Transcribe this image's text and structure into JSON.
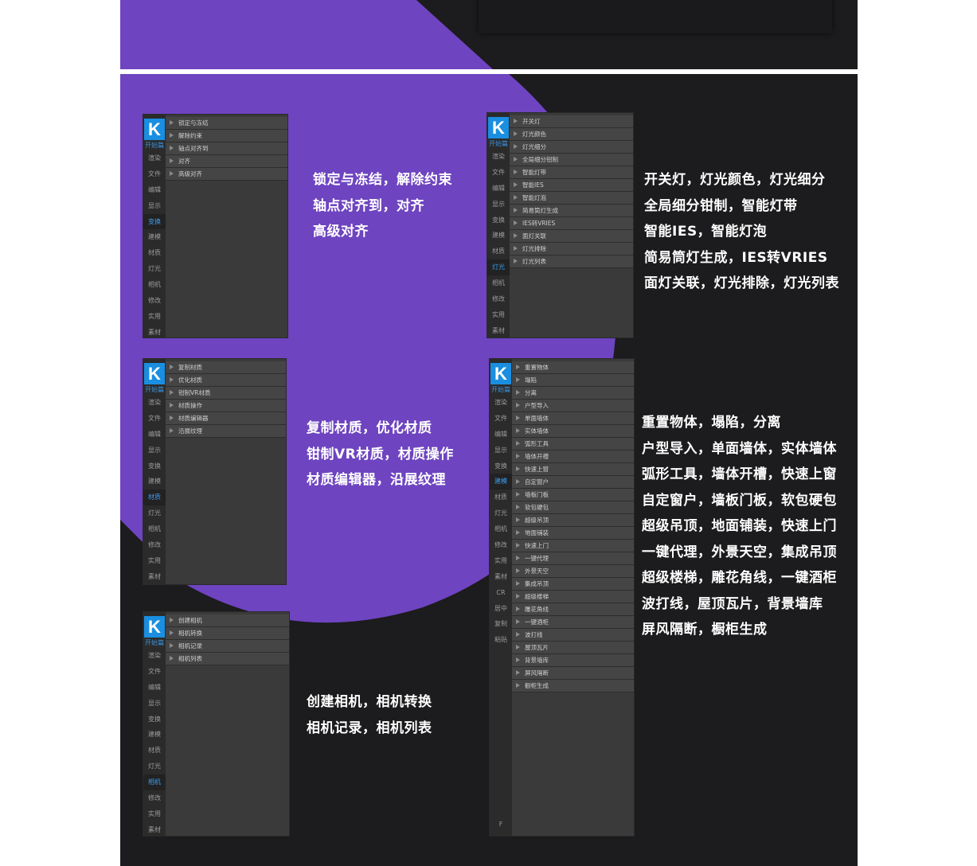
{
  "colors": {
    "purple": "#6e44c0",
    "dark": "#1c1b1d",
    "panel": "#3a3a3a",
    "logo_blue": "#1a8ee0",
    "active_blue": "#3c9cf0"
  },
  "logo": "K",
  "sidebar_title": "开始篇",
  "panels": [
    {
      "sidebar": [
        "渲染",
        "文件",
        "编辑",
        "显示",
        "变换",
        "建模",
        "材质",
        "灯光",
        "相机",
        "修改",
        "实用",
        "素材"
      ],
      "active": 4,
      "menu": [
        "锁定与冻结",
        "解除约束",
        "轴点对齐到",
        "对齐",
        "高级对齐"
      ],
      "desc": [
        "锁定与冻结，解除约束",
        "轴点对齐到，对齐",
        "高级对齐"
      ]
    },
    {
      "sidebar": [
        "渲染",
        "文件",
        "编辑",
        "显示",
        "变换",
        "建模",
        "材质",
        "灯光",
        "相机",
        "修改",
        "实用",
        "素材"
      ],
      "active": 7,
      "menu": [
        "开关灯",
        "灯光颜色",
        "灯光细分",
        "全局细分钳制",
        "智能灯带",
        "智能IES",
        "智能灯泡",
        "简易筒灯生成",
        "IES转VRIES",
        "面灯关联",
        "灯光排除",
        "灯光列表"
      ],
      "desc": [
        "开关灯，灯光颜色，灯光细分",
        "全局细分钳制，智能灯带",
        "智能IES，智能灯泡",
        "简易筒灯生成，IES转VRIES",
        "面灯关联，灯光排除，灯光列表"
      ]
    },
    {
      "sidebar": [
        "渲染",
        "文件",
        "编辑",
        "显示",
        "变换",
        "建模",
        "材质",
        "灯光",
        "相机",
        "修改",
        "实用",
        "素材"
      ],
      "active": 6,
      "menu": [
        "复制材质",
        "优化材质",
        "钳制VR材质",
        "材质操作",
        "材质编辑器",
        "沿展纹理"
      ],
      "desc": [
        "复制材质，优化材质",
        "钳制VR材质，材质操作",
        "材质编辑器，沿展纹理"
      ]
    },
    {
      "sidebar": [
        "渲染",
        "文件",
        "编辑",
        "显示",
        "变换",
        "建模",
        "材质",
        "灯光",
        "相机",
        "修改",
        "实用",
        "素材",
        "CR",
        "居中",
        "复制",
        "粘贴"
      ],
      "active": 5,
      "footer": "F",
      "menu": [
        "重置物体",
        "塌陷",
        "分离",
        "户型导入",
        "单面墙体",
        "实体墙体",
        "弧形工具",
        "墙体开槽",
        "快速上窗",
        "自定窗户",
        "墙板门板",
        "软包硬包",
        "超级吊顶",
        "地面铺装",
        "快速上门",
        "一键代理",
        "外景天空",
        "集成吊顶",
        "超级楼梯",
        "雕花角线",
        "一键酒柜",
        "波打线",
        "屋顶瓦片",
        "背景墙库",
        "屏风隔断",
        "橱柜生成"
      ],
      "desc": [
        "重置物体，塌陷，分离",
        "户型导入，单面墙体，实体墙体",
        "弧形工具，墙体开槽，快速上窗",
        "自定窗户，墙板门板，软包硬包",
        "超级吊顶，地面铺装，快速上门",
        "一键代理，外景天空，集成吊顶",
        "超级楼梯，雕花角线，一键酒柜",
        "波打线，屋顶瓦片，背景墙库",
        "屏风隔断，橱柜生成"
      ]
    },
    {
      "sidebar": [
        "渲染",
        "文件",
        "编辑",
        "显示",
        "变换",
        "建模",
        "材质",
        "灯光",
        "相机",
        "修改",
        "实用",
        "素材"
      ],
      "active": 8,
      "menu": [
        "创建相机",
        "相机转换",
        "相机记录",
        "相机列表"
      ],
      "desc": [
        "创建相机，相机转换",
        "相机记录，相机列表"
      ]
    }
  ]
}
